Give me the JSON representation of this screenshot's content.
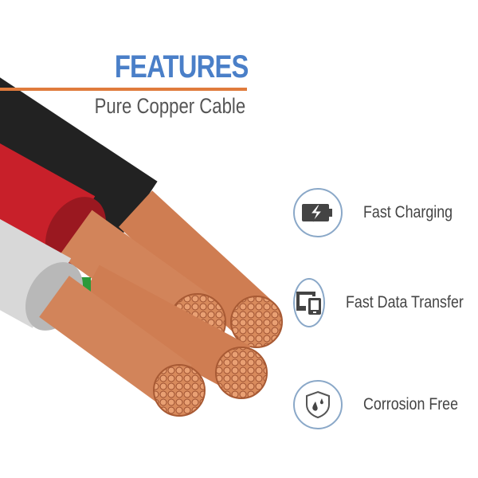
{
  "header": {
    "title": "FEATURES",
    "subtitle": "Pure Copper Cable"
  },
  "features": [
    {
      "label": "Fast Charging",
      "icon": "battery-charging-icon"
    },
    {
      "label": "Fast Data Transfer",
      "icon": "devices-icon"
    },
    {
      "label": "Corrosion Free",
      "icon": "shield-water-drop-icon"
    }
  ],
  "colors": {
    "accent": "#4a7fc8",
    "rule": "#e07b3c",
    "copper": "#c8744a"
  }
}
